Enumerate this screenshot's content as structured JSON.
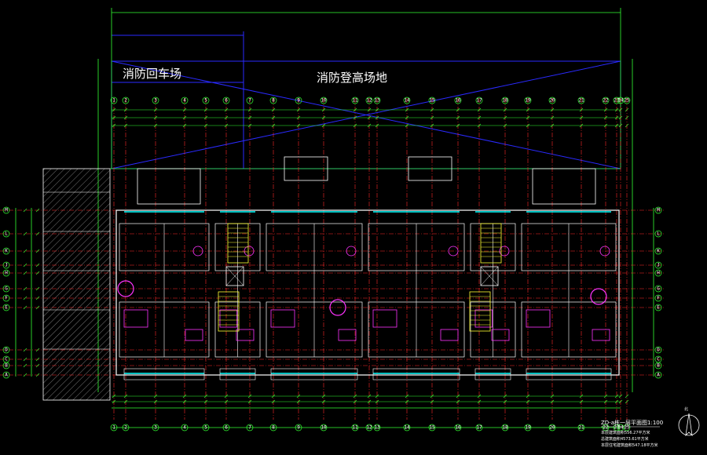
{
  "zones": {
    "fire_turnaround": "消防回车场",
    "fire_climbing_area": "消防登高场地"
  },
  "drawing": {
    "title": "ZD-a栋一层平面图1:100",
    "notes": [
      "本层建筑面积556.27平方米",
      "总建筑面积4573.61平方米",
      "本层住宅建筑面积547.18平方米"
    ],
    "north_label": "北"
  },
  "axes": {
    "vertical": [
      "1",
      "2",
      "3",
      "4",
      "5",
      "6",
      "7",
      "8",
      "9",
      "10",
      "11",
      "12",
      "13",
      "14",
      "15",
      "16",
      "17",
      "18",
      "19",
      "20",
      "21",
      "22",
      "23",
      "24",
      "25"
    ],
    "horizontal": [
      "A",
      "B",
      "C",
      "D",
      "E",
      "F",
      "G",
      "H",
      "J",
      "K",
      "L",
      "M"
    ]
  },
  "colors": {
    "background": "#000000",
    "grid_axis": "#ff2a2a",
    "dimension": "#33ff33",
    "wall": "#ffffff",
    "fire_zone": "#2a2aff",
    "window": "#00ffff",
    "furniture": "#ff33ff",
    "stair": "#ffff33",
    "hatch": "#777777"
  }
}
